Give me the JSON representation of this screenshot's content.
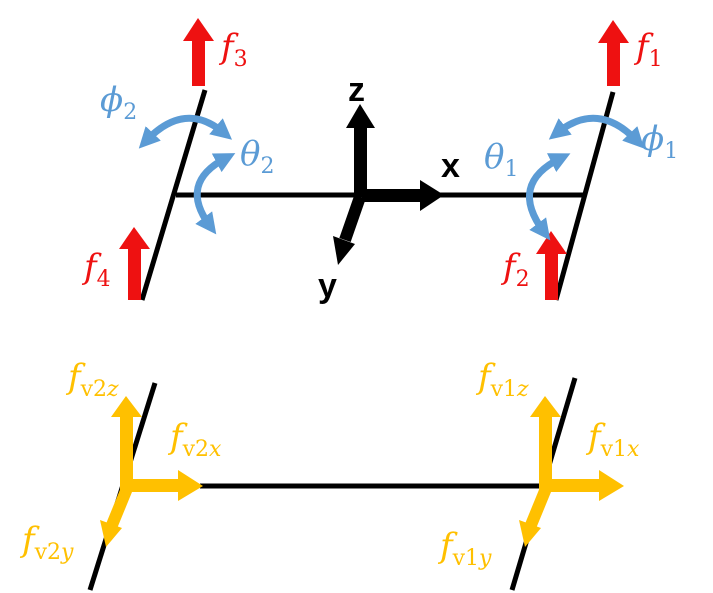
{
  "colors": {
    "structure": "#000000",
    "thrust": "#ee1111",
    "angle": "#5b9bd5",
    "force": "#ffc000"
  },
  "labels": {
    "axis_x": "x",
    "axis_y": "y",
    "axis_z": "z",
    "f1": {
      "base": "f",
      "sub": "1"
    },
    "f2": {
      "base": "f",
      "sub": "2"
    },
    "f3": {
      "base": "f",
      "sub": "3"
    },
    "f4": {
      "base": "f",
      "sub": "4"
    },
    "theta1": {
      "base": "θ",
      "sub": "1"
    },
    "theta2": {
      "base": "θ",
      "sub": "2"
    },
    "phi1": {
      "base": "ϕ",
      "sub": "1"
    },
    "phi2": {
      "base": "ϕ",
      "sub": "2"
    },
    "fv1x": {
      "base": "f",
      "sub": "v1",
      "subi": "x"
    },
    "fv1y": {
      "base": "f",
      "sub": "v1",
      "subi": "y"
    },
    "fv1z": {
      "base": "f",
      "sub": "v1",
      "subi": "z"
    },
    "fv2x": {
      "base": "f",
      "sub": "v2",
      "subi": "x"
    },
    "fv2y": {
      "base": "f",
      "sub": "v2",
      "subi": "y"
    },
    "fv2z": {
      "base": "f",
      "sub": "v2",
      "subi": "z"
    }
  }
}
